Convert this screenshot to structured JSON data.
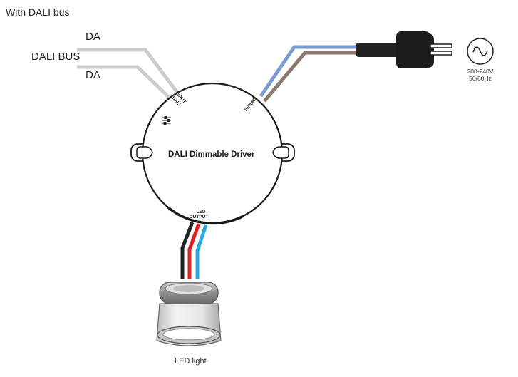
{
  "diagram": {
    "heading": "With DALI bus",
    "dali_bus": {
      "label": "DALI BUS",
      "line1": "DA",
      "line2": "DA"
    },
    "driver": {
      "name": "DALI Dimmable Driver",
      "dali_input_line1": "DALI",
      "dali_input_line2": "INPUT",
      "ac_input_line1": "AC",
      "ac_input_line2": "INPUT",
      "led_output_line1": "LED",
      "led_output_line2": "OUTPUT"
    },
    "mains": {
      "voltage": "200-240V",
      "frequency": "50/60Hz"
    },
    "load": {
      "label": "LED light"
    },
    "colors": {
      "dali_wire": "#cccccc",
      "ac_wire_blue": "#7a9bd2",
      "ac_wire_brown": "#8c7a70",
      "led_wire_black": "#222222",
      "led_wire_red": "#e02020",
      "led_wire_blue": "#28a8e0"
    }
  }
}
